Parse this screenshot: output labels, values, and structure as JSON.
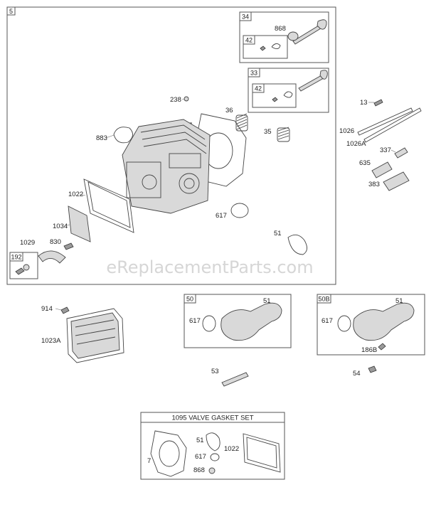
{
  "watermark": "eReplacementParts.com",
  "kit": {
    "title": "1095 VALVE GASKET SET"
  },
  "box_tags": {
    "main": "5",
    "exhaust_valve": "34",
    "exhaust_retainer": "42",
    "intake_valve": "33",
    "intake_retainer": "42",
    "breather_valve": "192",
    "manifold": "50",
    "manifold_b": "50B"
  },
  "labels": {
    "p868_top": "868",
    "p238": "238",
    "p36": "36",
    "p7": "7",
    "p883": "883",
    "p35": "35",
    "p13": "13",
    "p1026": "1026",
    "p1026A": "1026A",
    "p337": "337",
    "p635": "635",
    "p383": "383",
    "p1022": "1022",
    "p617": "617",
    "p1034": "1034",
    "p51": "51",
    "p1029": "1029",
    "p830": "830",
    "p914": "914",
    "p1023A": "1023A",
    "m617": "617",
    "m51": "51",
    "b617": "617",
    "b51": "51",
    "p186B": "186B",
    "p53": "53",
    "p54": "54",
    "k7": "7",
    "k51": "51",
    "k617": "617",
    "k1022": "1022",
    "k868": "868"
  }
}
